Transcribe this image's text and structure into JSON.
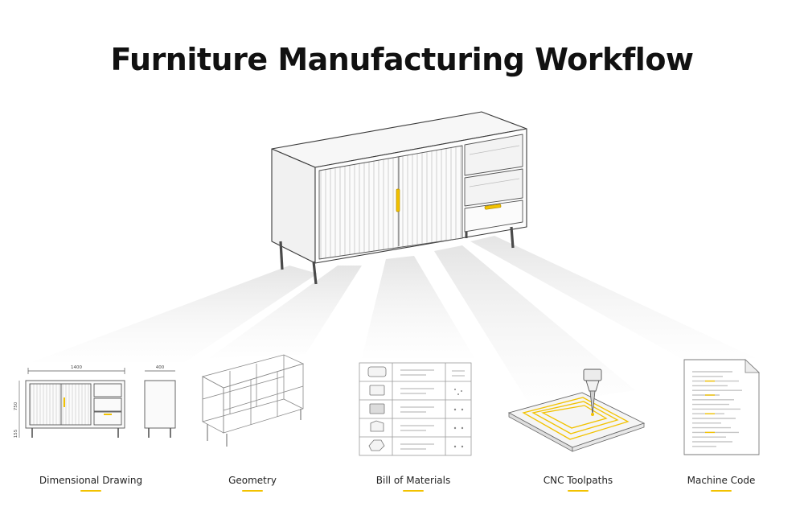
{
  "title": "Furniture Manufacturing Workflow",
  "accent_color": "#f2c200",
  "drawing_dims": {
    "width": "1400",
    "depth": "400",
    "height": "750",
    "leg": "155"
  },
  "stages": [
    {
      "label": "Dimensional Drawing",
      "icon": "dimensional-drawing-icon"
    },
    {
      "label": "Geometry",
      "icon": "wireframe-geometry-icon"
    },
    {
      "label": "Bill of Materials",
      "icon": "bill-of-materials-icon"
    },
    {
      "label": "CNC Toolpaths",
      "icon": "cnc-toolpath-icon"
    },
    {
      "label": "Machine Code",
      "icon": "machine-code-icon"
    }
  ]
}
